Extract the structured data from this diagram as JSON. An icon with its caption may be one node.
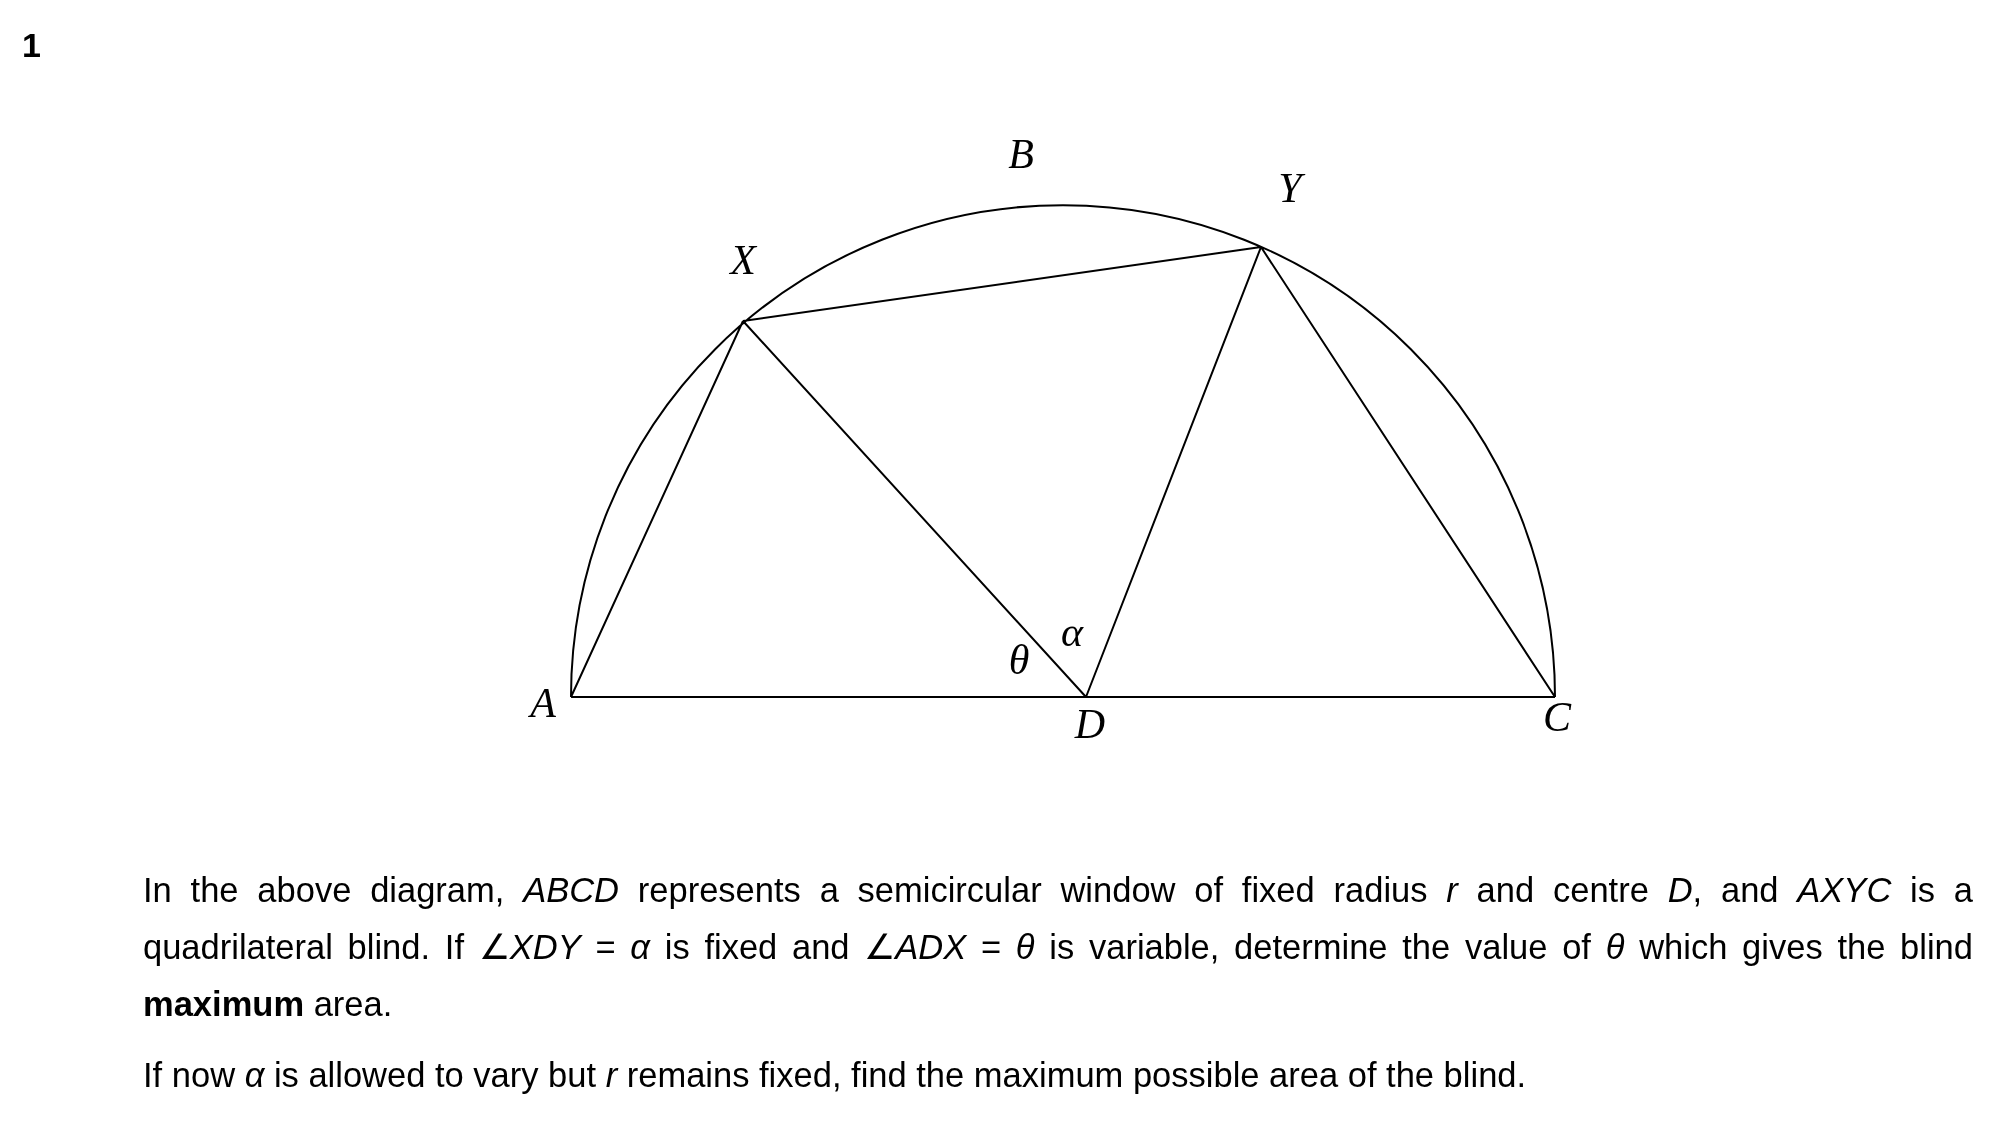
{
  "diagram": {
    "labels": [
      "1",
      "B",
      "Y",
      "X",
      "θ",
      "α",
      "A",
      "D",
      "C",
      "In the above diagram, *ABCD* represents a semicircular window of fixed radius *r* and centre *D*, and *AXYC* is a quadrilateral blind. If ∠*XDY* = *α* is fixed and ∠*ADX* = *θ* is variable, determine the value of *θ* which gives the blind **maximum** area.",
      "If now *α* is allowed to vary but *r* remains fixed, find the maximum possible area of the blind."
    ]
  }
}
